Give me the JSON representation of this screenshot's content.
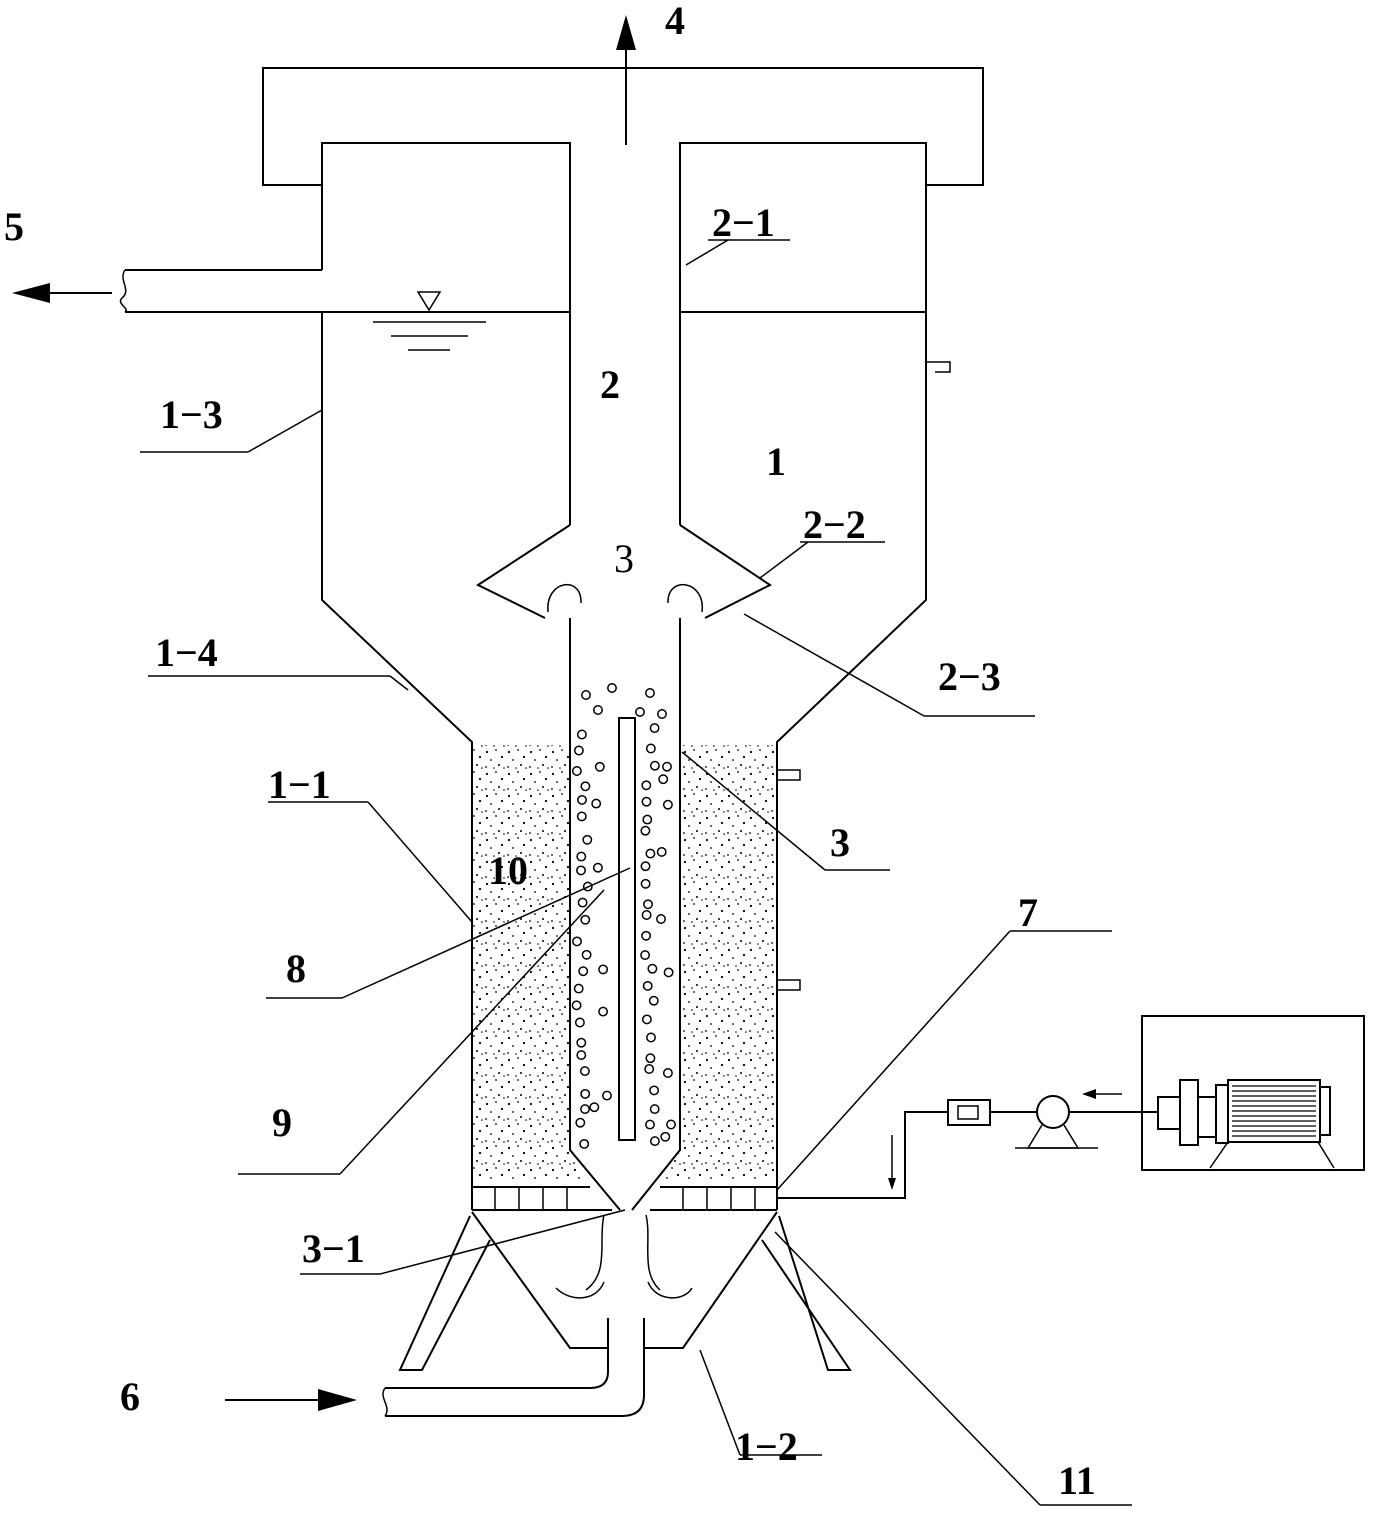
{
  "labels": {
    "l4": "4",
    "l5": "5",
    "l2_1": "2−1",
    "l2": "2",
    "l1_3": "1−3",
    "l1": "1",
    "l2_2": "2−2",
    "l3_top": "3",
    "l1_4": "1−4",
    "l2_3": "2−3",
    "l1_1": "1−1",
    "l10": "10",
    "l3": "3",
    "l7": "7",
    "l8": "8",
    "l9": "9",
    "l3_1": "3−1",
    "l6": "6",
    "l1_2": "1−2",
    "l11": "11"
  }
}
